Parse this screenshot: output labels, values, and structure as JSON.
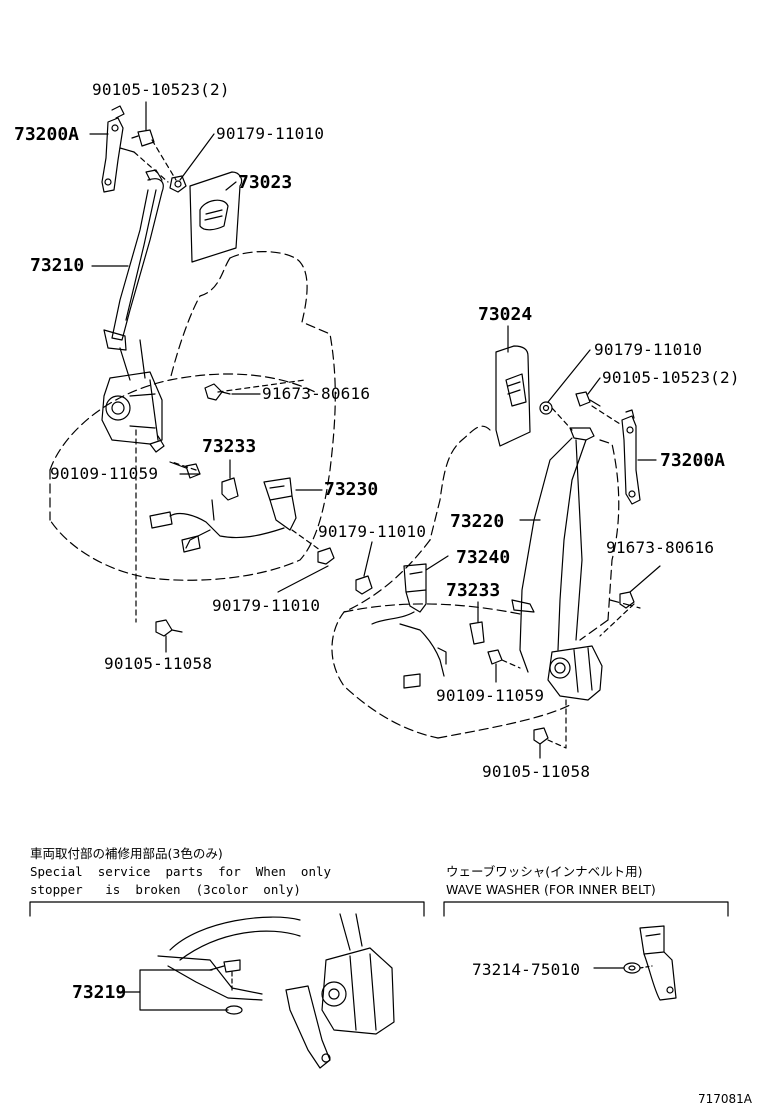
{
  "labels": {
    "l_90105_10523_a": "90105-10523(2)",
    "l_73200A_a": "73200A",
    "l_90179_11010_a": "90179-11010",
    "l_73023": "73023",
    "l_73210": "73210",
    "l_91673_80616_a": "91673-80616",
    "l_73233_a": "73233",
    "l_90109_11059_a": "90109-11059",
    "l_73230": "73230",
    "l_90179_11010_b": "90179-11010",
    "l_90105_11058_a": "90105-11058",
    "l_73024": "73024",
    "l_90179_11010_c": "90179-11010",
    "l_90105_10523_b": "90105-10523(2)",
    "l_73200A_b": "73200A",
    "l_73220": "73220",
    "l_91673_80616_b": "91673-80616",
    "l_90179_11010_d": "90179-11010",
    "l_73240": "73240",
    "l_73233_b": "73233",
    "l_90109_11059_b": "90109-11059",
    "l_90105_11058_b": "90105-11058",
    "l_73219": "73219",
    "l_73214_75010": "73214-75010"
  },
  "notes": {
    "left_jp": "車両取付部の補修用部品(3色のみ)",
    "left_en1": "Special  service  parts  for  When  only",
    "left_en2": "stopper   is  broken  (3color  only)",
    "right_jp": "ウェーブワッシャ(インナベルト用)",
    "right_en": "WAVE WASHER (FOR INNER BELT)"
  },
  "diagram_code": "717081A"
}
